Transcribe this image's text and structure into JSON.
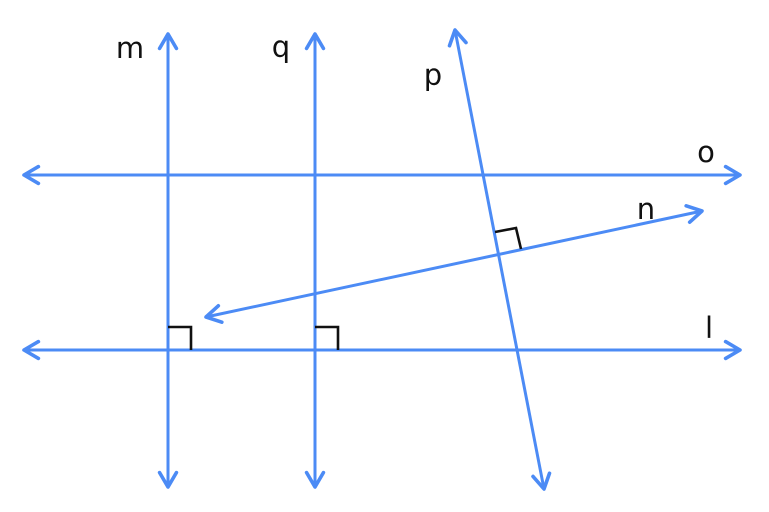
{
  "diagram": {
    "type": "geometry-lines-diagram",
    "background_color": "#ffffff",
    "line_color": "#4c8bf5",
    "right_angle_marker_color": "#111111",
    "lines": [
      {
        "id": "m",
        "label": "m",
        "orientation": "vertical",
        "arrows": "both"
      },
      {
        "id": "q",
        "label": "q",
        "orientation": "vertical",
        "arrows": "both"
      },
      {
        "id": "p",
        "label": "p",
        "orientation": "diagonal-steep",
        "arrows": "both"
      },
      {
        "id": "o",
        "label": "o",
        "orientation": "horizontal",
        "arrows": "both"
      },
      {
        "id": "l",
        "label": "l",
        "orientation": "horizontal",
        "arrows": "both"
      },
      {
        "id": "n",
        "label": "n",
        "orientation": "diagonal-shallow",
        "arrows": "both"
      }
    ],
    "right_angle_markers": [
      {
        "at_intersection_of": "m and l"
      },
      {
        "at_intersection_of": "q and l"
      },
      {
        "at_intersection_of": "p and n"
      }
    ]
  }
}
